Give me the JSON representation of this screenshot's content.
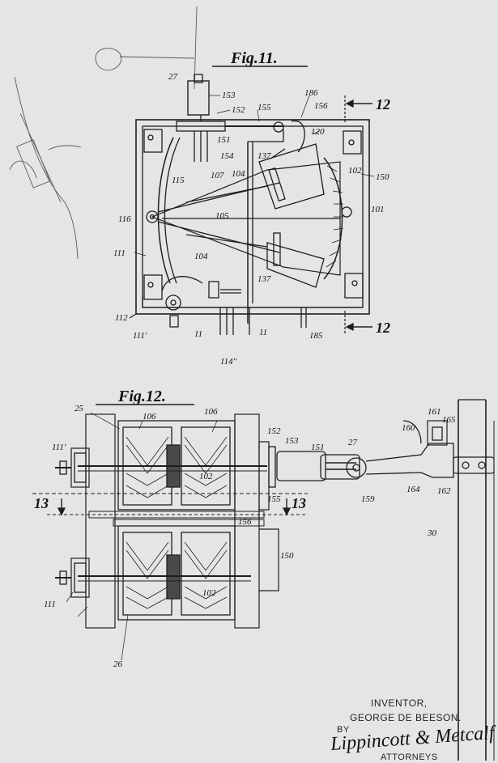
{
  "figures": {
    "fig11": {
      "title": "Fig.11.",
      "section_marker": "12",
      "labels": [
        "27",
        "153",
        "152",
        "155",
        "186",
        "156",
        "120",
        "151",
        "154",
        "137",
        "107",
        "104",
        "115",
        "102",
        "150",
        "116",
        "105",
        "101",
        "111",
        "104",
        "137",
        "112",
        "111'",
        "11",
        "11",
        "114\"",
        "185"
      ]
    },
    "fig12": {
      "title": "Fig.12.",
      "section_marker": "13",
      "labels": [
        "25",
        "106",
        "106",
        "111'",
        "102",
        "152",
        "153",
        "151",
        "27",
        "160",
        "161",
        "165",
        "159",
        "164",
        "162",
        "155",
        "156",
        "30",
        "150",
        "102",
        "111",
        "26"
      ]
    }
  },
  "footer": {
    "inventor_heading": "INVENTOR,",
    "inventor_name": "GEORGE DE BEESON.",
    "by": "BY",
    "signature": "Lippincott & Metcalf",
    "attorneys": "ATTORNEYS"
  }
}
